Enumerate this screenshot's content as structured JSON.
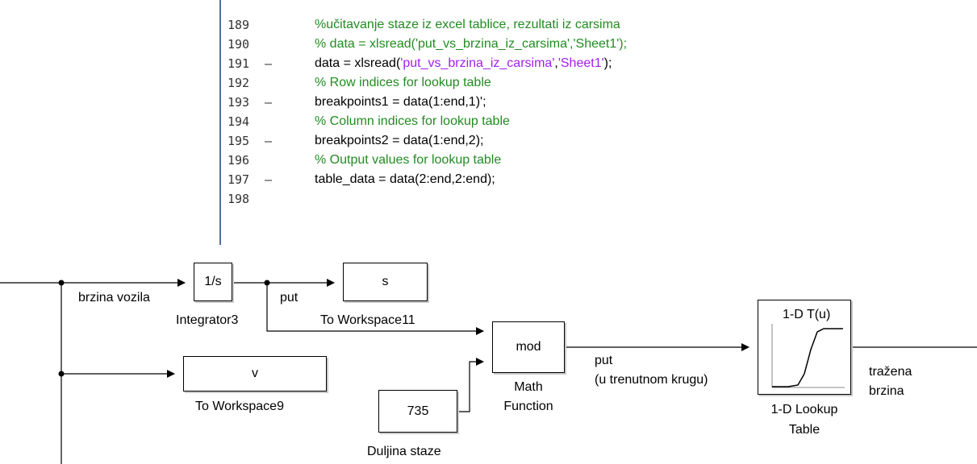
{
  "editor": {
    "lines": [
      {
        "num": "189",
        "dash": "",
        "parts": [
          {
            "t": "%učitavanje staze iz excel tablice, rezultati iz carsima",
            "c": "comment"
          }
        ]
      },
      {
        "num": "190",
        "dash": "",
        "parts": [
          {
            "t": "% data = xlsread('put_vs_brzina_iz_carsima','Sheet1');",
            "c": "comment"
          }
        ]
      },
      {
        "num": "191",
        "dash": "—",
        "parts": [
          {
            "t": "data = xlsread(",
            "c": "normal"
          },
          {
            "t": "'put_vs_brzina_iz_carsima'",
            "c": "string"
          },
          {
            "t": ",",
            "c": "normal"
          },
          {
            "t": "'Sheet1'",
            "c": "string"
          },
          {
            "t": ");",
            "c": "normal"
          }
        ]
      },
      {
        "num": "192",
        "dash": "",
        "parts": [
          {
            "t": "% Row indices for lookup table",
            "c": "comment"
          }
        ]
      },
      {
        "num": "193",
        "dash": "—",
        "parts": [
          {
            "t": "breakpoints1 = data(1:end,1)';",
            "c": "normal"
          }
        ]
      },
      {
        "num": "194",
        "dash": "",
        "parts": [
          {
            "t": "% Column indices for lookup table",
            "c": "comment"
          }
        ]
      },
      {
        "num": "195",
        "dash": "—",
        "parts": [
          {
            "t": "breakpoints2 = data(1:end,2);",
            "c": "normal"
          }
        ]
      },
      {
        "num": "196",
        "dash": "",
        "parts": [
          {
            "t": "% Output values for lookup table",
            "c": "comment"
          }
        ]
      },
      {
        "num": "197",
        "dash": "—",
        "parts": [
          {
            "t": "table_data = data(2:end,2:end);",
            "c": "normal"
          }
        ]
      },
      {
        "num": "198",
        "dash": "",
        "parts": []
      }
    ]
  },
  "diagram": {
    "blocks": {
      "integrator": {
        "text": "1/s",
        "name": "Integrator3"
      },
      "ws11": {
        "text": "s",
        "name": "To Workspace11"
      },
      "ws9": {
        "text": "v",
        "name": "To Workspace9"
      },
      "mod": {
        "text": "mod",
        "name_line1": "Math",
        "name_line2": "Function"
      },
      "const": {
        "text": "735",
        "name": "Duljina staze"
      },
      "lookup": {
        "text": "1-D T(u)",
        "name_line1": "1-D Lookup",
        "name_line2": "Table"
      }
    },
    "signals": {
      "brzina": "brzina vozila",
      "put": "put",
      "put_mod_line1": "put",
      "put_mod_line2": "(u trenutnom krugu)",
      "out_line1": "tražena",
      "out_line2": "brzina"
    }
  },
  "colors": {
    "comment": "#228b22",
    "normal": "#000000",
    "string": "#a020f0",
    "gutter": "#4a6fa5"
  }
}
